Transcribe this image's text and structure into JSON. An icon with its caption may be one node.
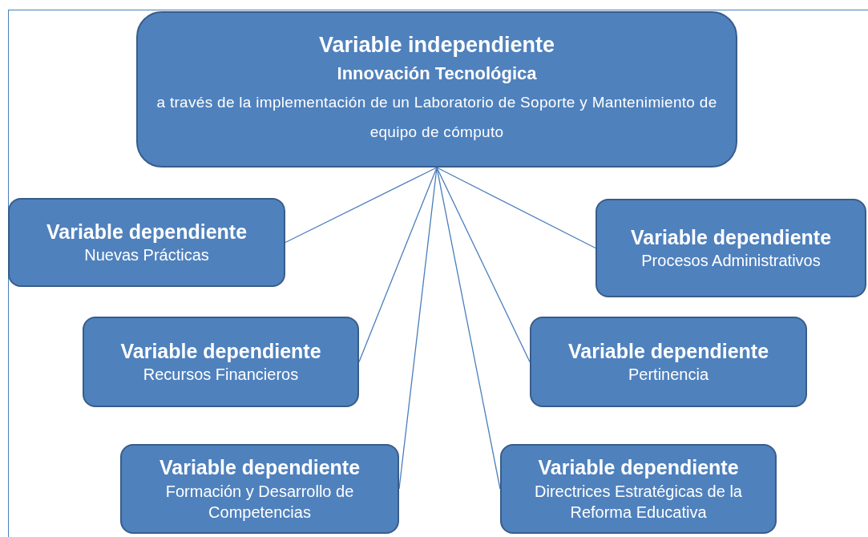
{
  "diagram": {
    "nodes": [
      {
        "text": [
          "Variable independiente",
          "Innovación Tecnológica",
          "a través de la implementación de un Laboratorio de Soporte y Mantenimiento de equipo de cómputo"
        ]
      },
      {
        "text": [
          "Variable dependiente",
          "Nuevas Prácticas"
        ]
      },
      {
        "text": [
          "Variable dependiente",
          "Procesos Administrativos"
        ]
      },
      {
        "text": [
          "Variable dependiente",
          "Recursos Financieros"
        ]
      },
      {
        "text": [
          "Variable dependiente",
          "Pertinencia"
        ]
      },
      {
        "text": [
          "Variable dependiente",
          "Formación y Desarrollo de Competencias"
        ]
      },
      {
        "text": [
          "Variable dependiente",
          "Directrices Estratégicas de la Reforma Educativa"
        ]
      }
    ],
    "edges": [
      {
        "from": 0,
        "to": 1,
        "arrow": "none"
      },
      {
        "from": 0,
        "to": 2,
        "arrow": "none"
      },
      {
        "from": 0,
        "to": 3,
        "arrow": "none"
      },
      {
        "from": 0,
        "to": 4,
        "arrow": "none"
      },
      {
        "from": 0,
        "to": 5,
        "arrow": "none"
      },
      {
        "from": 0,
        "to": 6,
        "arrow": "none"
      }
    ]
  }
}
